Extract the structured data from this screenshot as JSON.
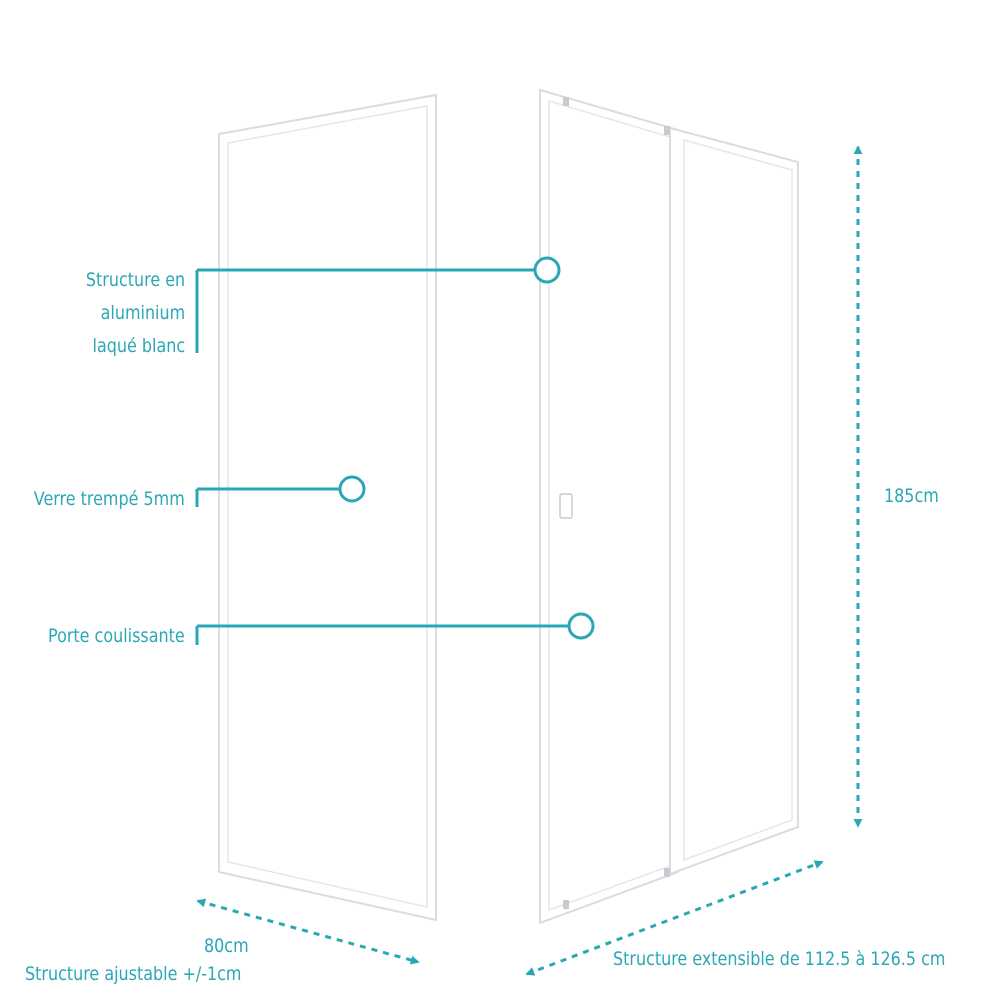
{
  "colors": {
    "accent": "#2aa7b5",
    "frame": "#d9dde0",
    "frame_fill": "#ffffff",
    "glass": "#ffffff"
  },
  "callouts": {
    "structure": [
      "Structure en",
      "aluminium",
      "laqué blanc"
    ],
    "glass": "Verre trempé 5mm",
    "door": "Porte coulissante"
  },
  "dimensions": {
    "height": "185cm",
    "side_width": "80cm",
    "side_adjust": "Structure ajustable +/-1cm",
    "front_width": "Structure extensible de 112.5 à 126.5 cm"
  }
}
